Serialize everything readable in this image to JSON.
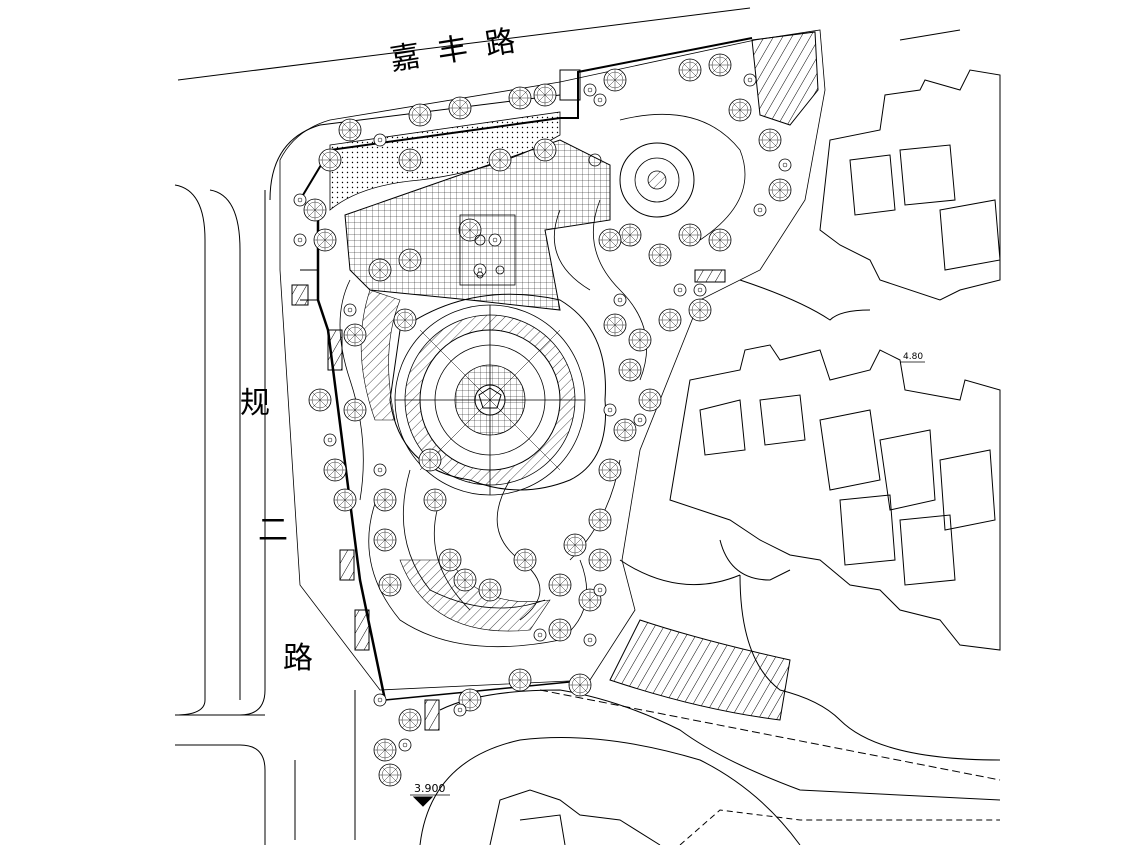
{
  "roads": {
    "north": "嘉丰路",
    "west": [
      "规",
      "二",
      "路"
    ]
  },
  "elevations": {
    "lower": "3.900",
    "upper": "4.80"
  },
  "colors": {
    "line": "#000000",
    "background": "#ffffff"
  }
}
